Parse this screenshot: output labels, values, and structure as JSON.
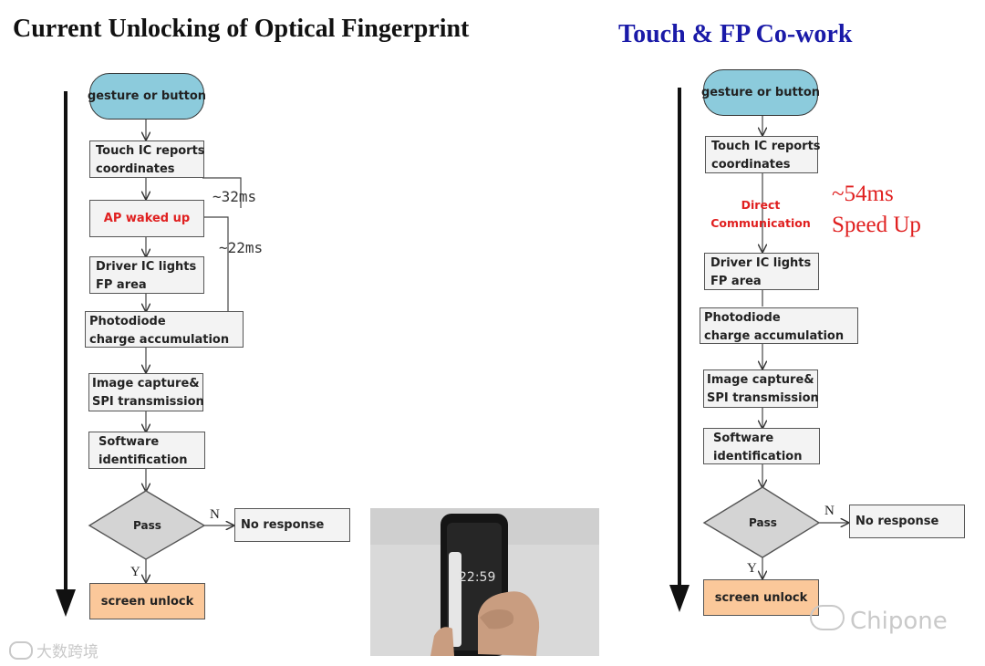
{
  "titles": {
    "left": "Current Unlocking of Optical Fingerprint",
    "right": "Touch & FP Co-work"
  },
  "left_flow": {
    "start": "gesture or button",
    "touch_ic": [
      "Touch IC reports",
      "coordinates"
    ],
    "ap_wake": "AP waked up",
    "driver_ic": [
      "Driver IC lights",
      "FP area"
    ],
    "photodiode": [
      "Photodiode",
      "charge accumulation"
    ],
    "image_capture": [
      "Image capture&",
      "SPI transmission"
    ],
    "software": [
      "Software",
      "identification"
    ],
    "decision": "Pass",
    "no_label": "N",
    "yes_label": "Y",
    "no_response": "No response",
    "end": "screen unlock",
    "timing_1": "~32ms",
    "timing_2": "~22ms"
  },
  "right_flow": {
    "start": "gesture or button",
    "touch_ic": [
      "Touch IC reports",
      "coordinates"
    ],
    "direct": [
      "Direct",
      "Communication"
    ],
    "speedup": [
      "~54ms",
      "Speed Up"
    ],
    "driver_ic": [
      "Driver IC lights",
      "FP area"
    ],
    "photodiode": [
      "Photodiode",
      "charge accumulation"
    ],
    "image_capture": [
      "Image capture&",
      "SPI transmission"
    ],
    "software": [
      "Software",
      "identification"
    ],
    "decision": "Pass",
    "no_label": "N",
    "yes_label": "Y",
    "no_response": "No response",
    "end": "screen unlock"
  },
  "photo": {
    "clock": "22:59"
  },
  "watermarks": {
    "left": "大数跨境",
    "right": "Chipone"
  }
}
